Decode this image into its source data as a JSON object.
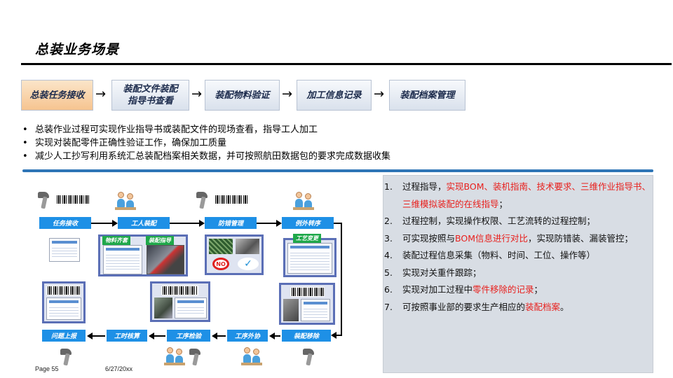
{
  "title": "总装业务场景",
  "process": [
    {
      "label": "总装任务接收",
      "highlight": true
    },
    {
      "label": "装配文件装配指导书查看",
      "line1": "装配文件装配",
      "line2": "指导书查看"
    },
    {
      "label": "装配物料验证"
    },
    {
      "label": "加工信息记录"
    },
    {
      "label": "装配档案管理"
    }
  ],
  "process_arrow": "→",
  "bullets": [
    "总装作业过程可实现作业指导书或装配文件的现场查看，指导工人加工",
    "实现对装配零件正确性验证工作，确保加工质量",
    "减少人工抄写利用系统汇总装配档案相关数据，并可按照航田数据包的要求完成数据收集"
  ],
  "flow": {
    "top_row": [
      "任务接收",
      "工人装配",
      "防错管理",
      "例外转序"
    ],
    "bottom_row": [
      "问题上报",
      "工时核算",
      "工序检验",
      "工序外协",
      "装配移除"
    ],
    "tags": [
      "物料齐套",
      "装配指导",
      "工艺变更"
    ]
  },
  "points": [
    {
      "num": "1.",
      "parts": [
        {
          "text": "过程指导，",
          "red": false
        },
        {
          "text": "实现BOM、装机指南、技术要求、三维作业指导书、三维模拟装配的在线指导",
          "red": true
        },
        {
          "text": "；",
          "red": false
        }
      ]
    },
    {
      "num": "2.",
      "parts": [
        {
          "text": "过程控制，实现操作权限、工艺流转的过程控制；",
          "red": false
        }
      ]
    },
    {
      "num": "3.",
      "parts": [
        {
          "text": "可实现按照与",
          "red": false
        },
        {
          "text": "BOM信息进行对比",
          "red": true
        },
        {
          "text": "，实现防错装、漏装管控；",
          "red": false
        }
      ]
    },
    {
      "num": "4.",
      "parts": [
        {
          "text": "装配过程信息采集（物料、时间、工位、操作等）",
          "red": false
        }
      ]
    },
    {
      "num": "5.",
      "parts": [
        {
          "text": "实现对关重件跟踪；",
          "red": false
        }
      ]
    },
    {
      "num": "6.",
      "parts": [
        {
          "text": "实现对加工过程中",
          "red": false
        },
        {
          "text": "零件移除的记录",
          "red": true
        },
        {
          "text": "；",
          "red": false
        }
      ]
    },
    {
      "num": "7.",
      "parts": [
        {
          "text": "可按照事业部的要求生产相应的",
          "red": false
        },
        {
          "text": "装配档案",
          "red": true
        },
        {
          "text": "。",
          "red": false
        }
      ]
    }
  ],
  "footer": {
    "page": "Page 55",
    "date": "6/27/20xx"
  }
}
